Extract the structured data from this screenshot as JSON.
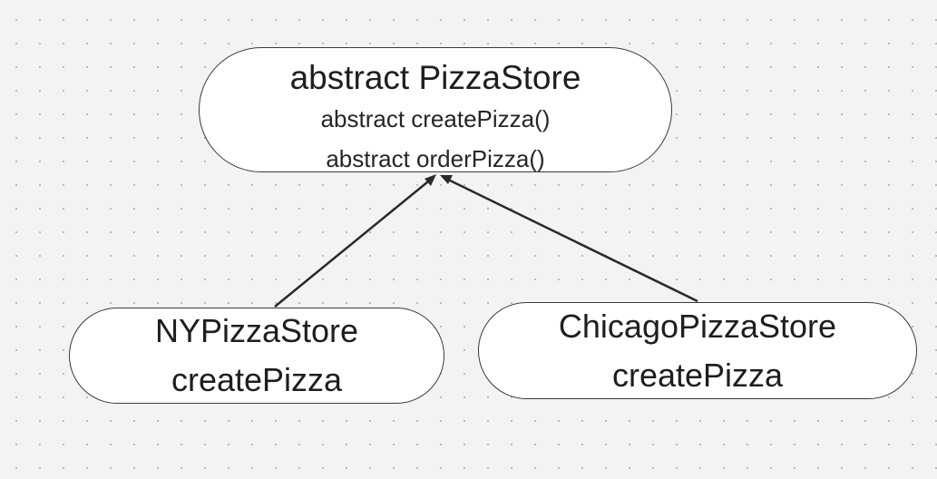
{
  "diagram": {
    "nodes": {
      "abstract_store": {
        "title": "abstract PizzaStore",
        "methods": [
          "abstract createPizza()",
          "abstract orderPizza()"
        ]
      },
      "ny_store": {
        "lines": [
          "NYPizzaStore",
          "createPizza"
        ]
      },
      "chicago_store": {
        "lines": [
          "ChicagoPizzaStore",
          "createPizza"
        ]
      }
    },
    "edges": [
      {
        "from": "ny_store",
        "to": "abstract_store",
        "arrow": "open-triangle"
      },
      {
        "from": "chicago_store",
        "to": "abstract_store",
        "arrow": "open-triangle"
      }
    ],
    "colors": {
      "background": "#f3f3f3",
      "grid_dot": "#b9b9b9",
      "node_fill": "#ffffff",
      "stroke": "#2a2a2a"
    }
  }
}
